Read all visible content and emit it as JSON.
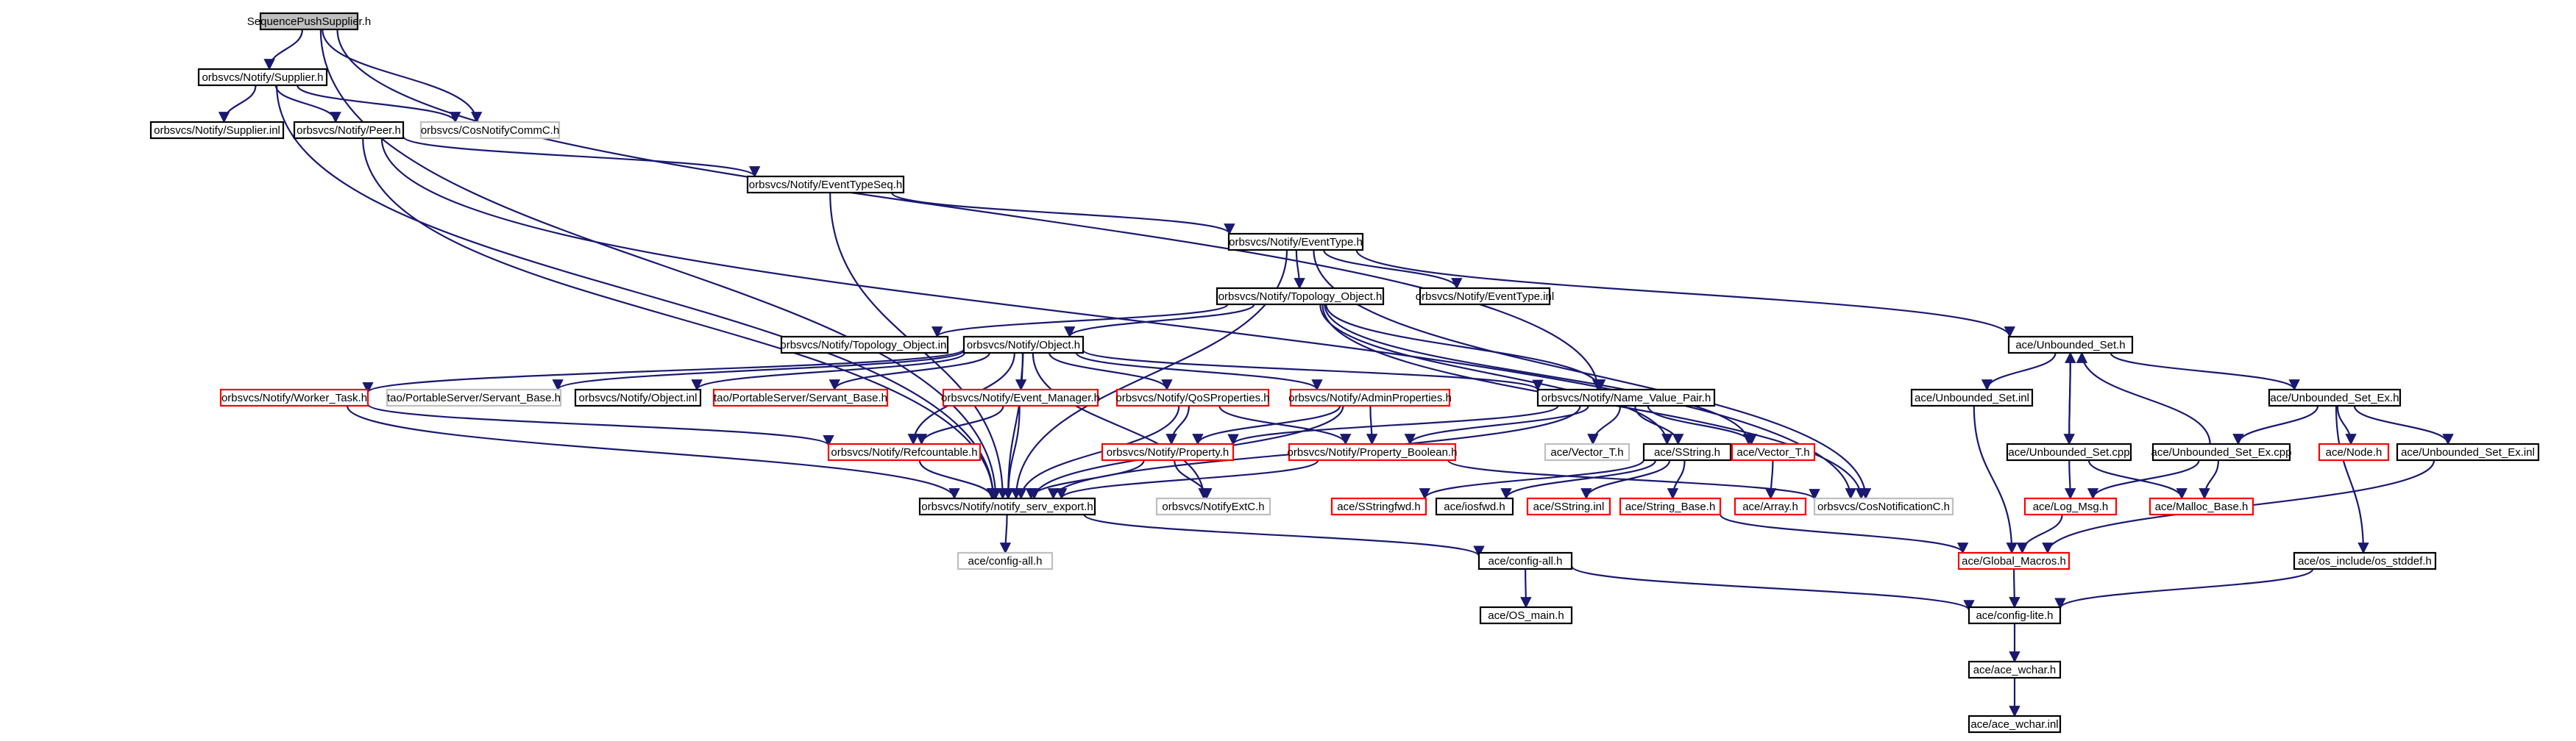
{
  "colors": {
    "edge": "#191970",
    "box_default": "#000000",
    "box_missing": "#bfbfbf",
    "box_highlight": "#ff0000",
    "root_fill": "#bfbfbf",
    "fill": "#ffffff"
  },
  "nodes": [
    {
      "id": "sps",
      "label": "SequencePushSupplier.h",
      "kind": "root"
    },
    {
      "id": "sup",
      "label": "orbsvcs/Notify/Supplier.h",
      "kind": "default"
    },
    {
      "id": "supinl",
      "label": "orbsvcs/Notify/Supplier.inl",
      "kind": "default"
    },
    {
      "id": "peer",
      "label": "orbsvcs/Notify/Peer.h",
      "kind": "default"
    },
    {
      "id": "cnc",
      "label": "orbsvcs/CosNotifyCommC.h",
      "kind": "missing"
    },
    {
      "id": "ets",
      "label": "orbsvcs/Notify/EventTypeSeq.h",
      "kind": "default"
    },
    {
      "id": "et",
      "label": "orbsvcs/Notify/EventType.h",
      "kind": "default"
    },
    {
      "id": "topo",
      "label": "orbsvcs/Notify/Topology_Object.h",
      "kind": "default"
    },
    {
      "id": "etinl",
      "label": "orbsvcs/Notify/EventType.inl",
      "kind": "default"
    },
    {
      "id": "topoinl",
      "label": "orbsvcs/Notify/Topology_Object.inl",
      "kind": "default"
    },
    {
      "id": "obj",
      "label": "orbsvcs/Notify/Object.h",
      "kind": "default"
    },
    {
      "id": "uset",
      "label": "ace/Unbounded_Set.h",
      "kind": "default"
    },
    {
      "id": "wt",
      "label": "orbsvcs/Notify/Worker_Task.h",
      "kind": "highlight"
    },
    {
      "id": "psb1",
      "label": "tao/PortableServer/Servant_Base.h",
      "kind": "missing"
    },
    {
      "id": "objinl",
      "label": "orbsvcs/Notify/Object.inl",
      "kind": "default"
    },
    {
      "id": "psb2",
      "label": "tao/PortableServer/Servant_Base.h",
      "kind": "highlight"
    },
    {
      "id": "em",
      "label": "orbsvcs/Notify/Event_Manager.h",
      "kind": "highlight"
    },
    {
      "id": "qos",
      "label": "orbsvcs/Notify/QoSProperties.h",
      "kind": "highlight"
    },
    {
      "id": "admp",
      "label": "orbsvcs/Notify/AdminProperties.h",
      "kind": "highlight"
    },
    {
      "id": "nvp",
      "label": "orbsvcs/Notify/Name_Value_Pair.h",
      "kind": "default"
    },
    {
      "id": "usetinl",
      "label": "ace/Unbounded_Set.inl",
      "kind": "default"
    },
    {
      "id": "usetex",
      "label": "ace/Unbounded_Set_Ex.h",
      "kind": "default"
    },
    {
      "id": "ref",
      "label": "orbsvcs/Notify/Refcountable.h",
      "kind": "highlight"
    },
    {
      "id": "prop",
      "label": "orbsvcs/Notify/Property.h",
      "kind": "highlight"
    },
    {
      "id": "propb",
      "label": "orbsvcs/Notify/Property_Boolean.h",
      "kind": "highlight"
    },
    {
      "id": "vect",
      "label": "ace/Vector_T.h",
      "kind": "missing"
    },
    {
      "id": "sstr",
      "label": "ace/SString.h",
      "kind": "default"
    },
    {
      "id": "vect2",
      "label": "ace/Vector_T.h",
      "kind": "highlight"
    },
    {
      "id": "usetcpp",
      "label": "ace/Unbounded_Set.cpp",
      "kind": "default"
    },
    {
      "id": "usetexcpp",
      "label": "ace/Unbounded_Set_Ex.cpp",
      "kind": "default"
    },
    {
      "id": "node",
      "label": "ace/Node.h",
      "kind": "highlight"
    },
    {
      "id": "usetexinl",
      "label": "ace/Unbounded_Set_Ex.inl",
      "kind": "default"
    },
    {
      "id": "nse",
      "label": "orbsvcs/Notify/notify_serv_export.h",
      "kind": "default"
    },
    {
      "id": "nextc",
      "label": "orbsvcs/NotifyExtC.h",
      "kind": "missing"
    },
    {
      "id": "ssfwd",
      "label": "ace/SStringfwd.h",
      "kind": "highlight"
    },
    {
      "id": "iosfwd",
      "label": "ace/iosfwd.h",
      "kind": "default"
    },
    {
      "id": "ssinl",
      "label": "ace/SString.inl",
      "kind": "highlight"
    },
    {
      "id": "strbase",
      "label": "ace/String_Base.h",
      "kind": "highlight"
    },
    {
      "id": "arr",
      "label": "ace/Array.h",
      "kind": "highlight"
    },
    {
      "id": "cosnc",
      "label": "orbsvcs/CosNotificationC.h",
      "kind": "missing"
    },
    {
      "id": "logmsg",
      "label": "ace/Log_Msg.h",
      "kind": "highlight"
    },
    {
      "id": "malloc",
      "label": "ace/Malloc_Base.h",
      "kind": "highlight"
    },
    {
      "id": "cfgall1",
      "label": "ace/config-all.h",
      "kind": "missing"
    },
    {
      "id": "cfgall2",
      "label": "ace/config-all.h",
      "kind": "default"
    },
    {
      "id": "gmac",
      "label": "ace/Global_Macros.h",
      "kind": "highlight"
    },
    {
      "id": "stddef",
      "label": "ace/os_include/os_stddef.h",
      "kind": "default"
    },
    {
      "id": "osmain",
      "label": "ace/OS_main.h",
      "kind": "default"
    },
    {
      "id": "cfglite",
      "label": "ace/config-lite.h",
      "kind": "default"
    },
    {
      "id": "wchar",
      "label": "ace/ace_wchar.h",
      "kind": "default"
    },
    {
      "id": "wcharinl",
      "label": "ace/ace_wchar.inl",
      "kind": "default"
    }
  ],
  "edges": [
    [
      "sps",
      "sup"
    ],
    [
      "sps",
      "cnc"
    ],
    [
      "sps",
      "nse"
    ],
    [
      "sps",
      "nvp"
    ],
    [
      "sup",
      "supinl"
    ],
    [
      "sup",
      "peer"
    ],
    [
      "sup",
      "cnc"
    ],
    [
      "sup",
      "nse"
    ],
    [
      "peer",
      "ets"
    ],
    [
      "peer",
      "cosnc"
    ],
    [
      "peer",
      "nse"
    ],
    [
      "ets",
      "et"
    ],
    [
      "ets",
      "nse"
    ],
    [
      "et",
      "topo"
    ],
    [
      "et",
      "etinl"
    ],
    [
      "et",
      "uset"
    ],
    [
      "et",
      "cosnc"
    ],
    [
      "et",
      "nse"
    ],
    [
      "topo",
      "topoinl"
    ],
    [
      "topo",
      "obj"
    ],
    [
      "topo",
      "nvp"
    ],
    [
      "topo",
      "cosnc"
    ],
    [
      "topo",
      "vect2"
    ],
    [
      "topo",
      "sstr"
    ],
    [
      "obj",
      "wt"
    ],
    [
      "obj",
      "psb1"
    ],
    [
      "obj",
      "objinl"
    ],
    [
      "obj",
      "psb2"
    ],
    [
      "obj",
      "em"
    ],
    [
      "obj",
      "qos"
    ],
    [
      "obj",
      "admp"
    ],
    [
      "obj",
      "nvp"
    ],
    [
      "obj",
      "ref"
    ],
    [
      "obj",
      "nse"
    ],
    [
      "obj",
      "nextc"
    ],
    [
      "wt",
      "ref"
    ],
    [
      "wt",
      "nse"
    ],
    [
      "em",
      "ref"
    ],
    [
      "em",
      "nse"
    ],
    [
      "qos",
      "prop"
    ],
    [
      "qos",
      "propb"
    ],
    [
      "qos",
      "nse"
    ],
    [
      "admp",
      "prop"
    ],
    [
      "admp",
      "propb"
    ],
    [
      "admp",
      "nse"
    ],
    [
      "nvp",
      "prop"
    ],
    [
      "nvp",
      "propb"
    ],
    [
      "nvp",
      "vect"
    ],
    [
      "nvp",
      "sstr"
    ],
    [
      "nvp",
      "vect2"
    ],
    [
      "nvp",
      "nse"
    ],
    [
      "ref",
      "nse"
    ],
    [
      "prop",
      "nse"
    ],
    [
      "prop",
      "nextc"
    ],
    [
      "propb",
      "nse"
    ],
    [
      "propb",
      "cosnc"
    ],
    [
      "sstr",
      "ssfwd"
    ],
    [
      "sstr",
      "iosfwd"
    ],
    [
      "sstr",
      "ssinl"
    ],
    [
      "sstr",
      "strbase"
    ],
    [
      "vect2",
      "arr"
    ],
    [
      "strbase",
      "gmac"
    ],
    [
      "uset",
      "usetinl"
    ],
    [
      "uset",
      "usetcpp"
    ],
    [
      "uset",
      "usetex"
    ],
    [
      "usetinl",
      "gmac"
    ],
    [
      "usetcpp",
      "uset"
    ],
    [
      "usetcpp",
      "logmsg"
    ],
    [
      "usetcpp",
      "malloc"
    ],
    [
      "usetex",
      "usetexcpp"
    ],
    [
      "usetex",
      "node"
    ],
    [
      "usetex",
      "usetexinl"
    ],
    [
      "usetex",
      "stddef"
    ],
    [
      "usetexcpp",
      "uset"
    ],
    [
      "usetexcpp",
      "logmsg"
    ],
    [
      "usetexcpp",
      "malloc"
    ],
    [
      "usetexinl",
      "gmac"
    ],
    [
      "logmsg",
      "gmac"
    ],
    [
      "gmac",
      "cfglite"
    ],
    [
      "nse",
      "cfgall1"
    ],
    [
      "nse",
      "cfgall2"
    ],
    [
      "cfgall2",
      "osmain"
    ],
    [
      "cfgall2",
      "cfglite"
    ],
    [
      "stddef",
      "cfglite"
    ],
    [
      "cfglite",
      "wchar"
    ],
    [
      "wchar",
      "wcharinl"
    ]
  ]
}
